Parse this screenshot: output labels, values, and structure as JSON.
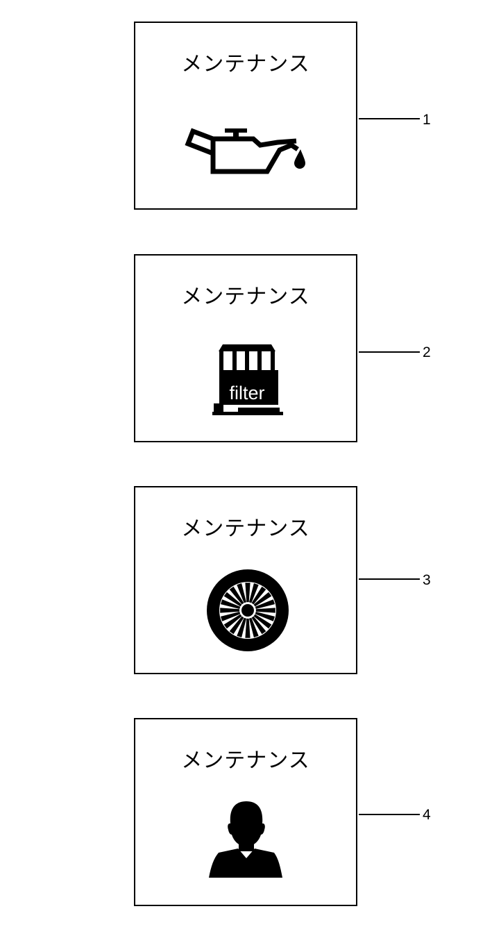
{
  "panels": [
    {
      "title": "メンテナンス",
      "icon": "oil-can-icon",
      "callout": "1"
    },
    {
      "title": "メンテナンス",
      "icon": "filter-icon",
      "filter_label": "filter",
      "callout": "2"
    },
    {
      "title": "メンテナンス",
      "icon": "tire-icon",
      "callout": "3"
    },
    {
      "title": "メンテナンス",
      "icon": "person-icon",
      "callout": "4"
    }
  ]
}
